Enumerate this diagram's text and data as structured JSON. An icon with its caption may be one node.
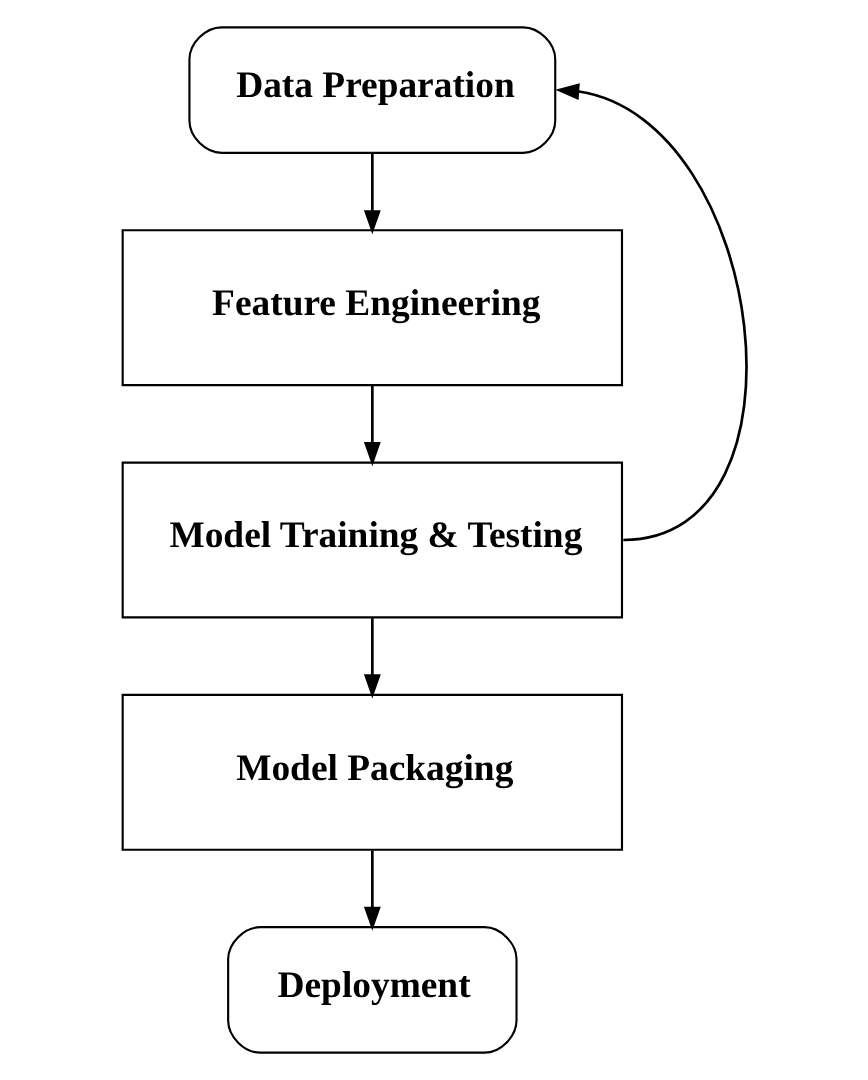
{
  "diagram": {
    "nodes": [
      {
        "text": [
          "Data Preparation"
        ]
      },
      {
        "text": [
          "Feature Engineering"
        ]
      },
      {
        "text": [
          "Model Training & Testing"
        ]
      },
      {
        "text": [
          "Model Packaging"
        ]
      },
      {
        "text": [
          "Deployment"
        ]
      }
    ],
    "edges": [
      {
        "from": 0,
        "to": 1,
        "arrow": "to"
      },
      {
        "from": 1,
        "to": 2,
        "arrow": "to"
      },
      {
        "from": 2,
        "to": 3,
        "arrow": "to"
      },
      {
        "from": 3,
        "to": 4,
        "arrow": "to"
      },
      {
        "from": 2,
        "to": 0,
        "arrow": "to"
      }
    ]
  }
}
